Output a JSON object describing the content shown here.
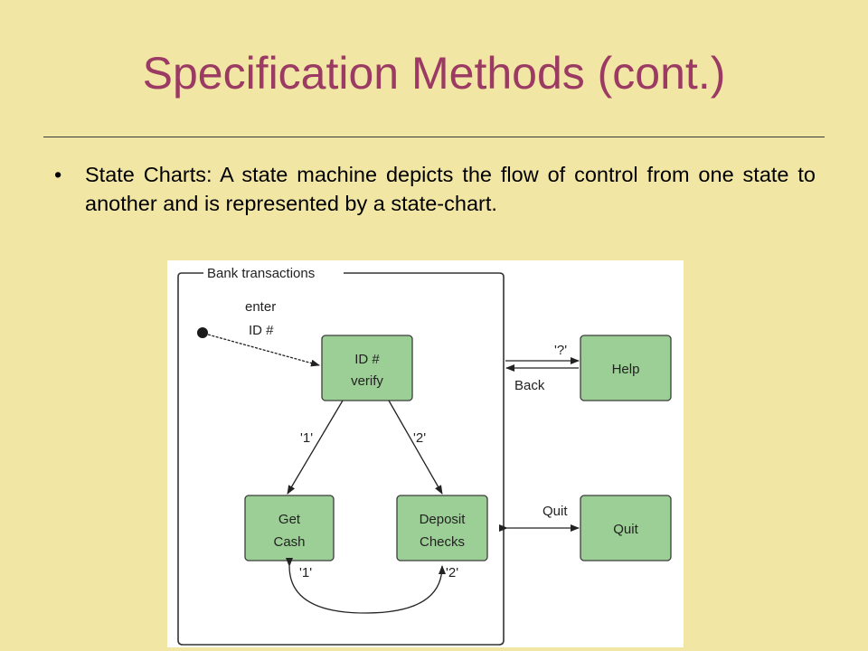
{
  "slide": {
    "title": "Specification Methods (cont.)",
    "bullet_marker": "•",
    "bullet": "State Charts: A state machine depicts the flow of control from one state to another and is represented by a state-chart."
  },
  "diagram": {
    "container_label": "Bank transactions",
    "start_label_line1": "enter",
    "start_label_line2": "ID #",
    "states": {
      "verify": [
        "ID #",
        "verify"
      ],
      "get_cash": [
        "Get",
        "Cash"
      ],
      "deposit": [
        "Deposit",
        "Checks"
      ],
      "help": [
        "Help"
      ],
      "quit": [
        "Quit"
      ]
    },
    "transitions": {
      "to_get_cash": "'1'",
      "to_deposit": "'2'",
      "to_help": "'?'",
      "back": "Back",
      "quit": "Quit",
      "loop_left": "'1'",
      "loop_right": "'2'"
    }
  },
  "colors": {
    "background": "#f2e6a4",
    "title": "#9b3a63",
    "state_fill": "#9ccf95",
    "state_stroke": "#3c3c3c"
  }
}
